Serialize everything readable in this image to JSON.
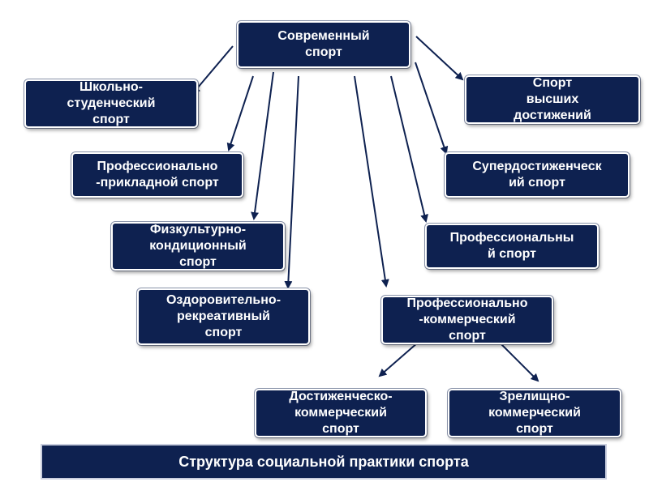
{
  "diagram": {
    "root": "Современный\nспорт",
    "left_branches": [
      "Школьно-\nстуденческий\nспорт",
      "Профессионально\n-прикладной спорт",
      "Физкультурно-\nкондиционный\nспорт",
      "Оздоровительно-\nрекреативный\nспорт"
    ],
    "right_branches": [
      "Спорт\nвысших\nдостижений",
      "Супердостиженческ\nий  спорт",
      "Профессиональны\nй спорт",
      "Профессионально\n-коммерческий\nспорт"
    ],
    "sub_branches": [
      "Достиженческо-\nкоммерческий\nспорт",
      "Зрелищно-\nкоммерческий\nспорт"
    ],
    "footer": "Структура социальной практики спорта",
    "colors": {
      "node_fill": "#0e2150",
      "node_border": "#ffffff",
      "arrow": "#0e2150"
    }
  }
}
